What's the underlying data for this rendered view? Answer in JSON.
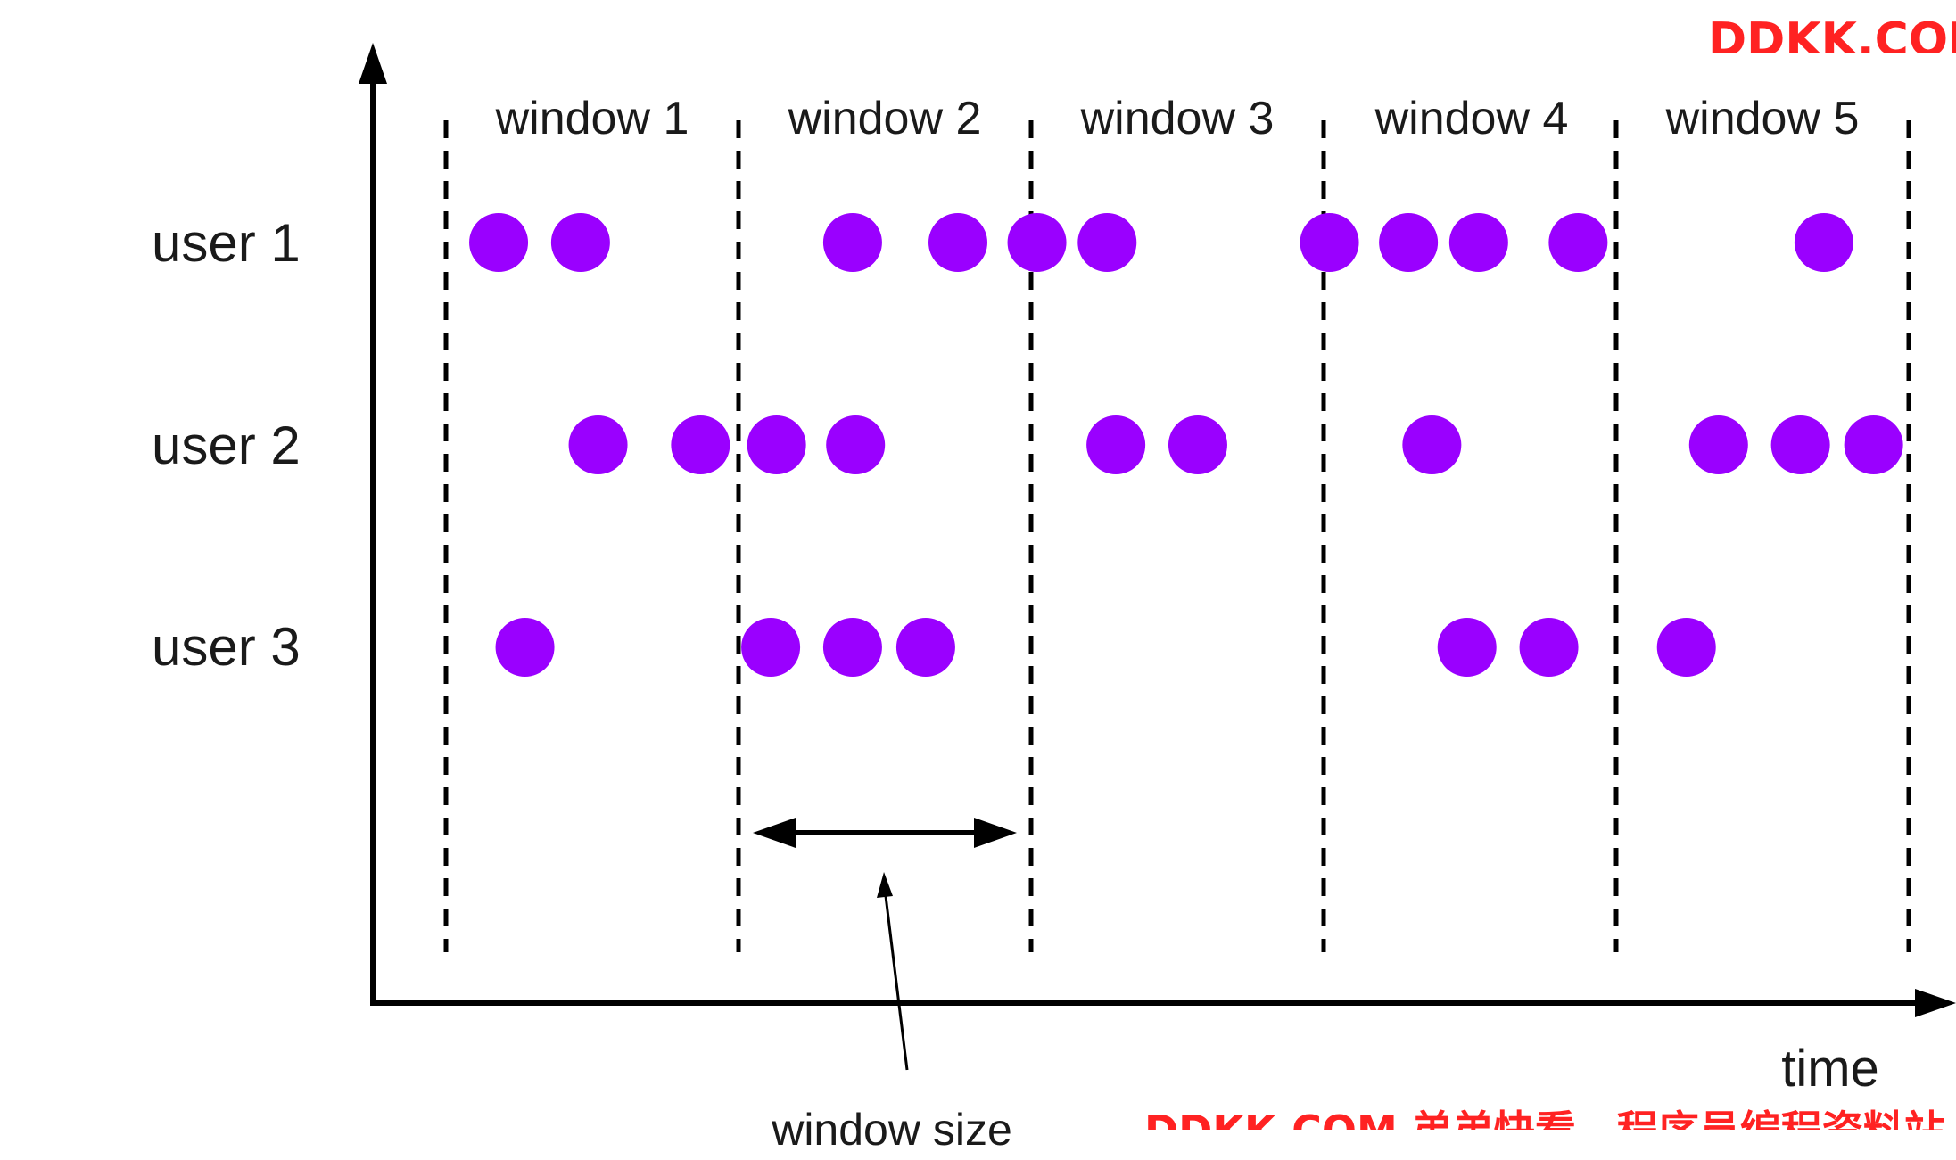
{
  "diagram": {
    "window_labels": [
      "window 1",
      "window 2",
      "window 3",
      "window 4",
      "window 5"
    ],
    "user_labels": [
      "user 1",
      "user 2",
      "user 3"
    ],
    "x_axis_label": "time",
    "window_size_label": "window size",
    "watermarks": [
      "DDKK.COM",
      "DDKK.COM 弟弟快看，程序员编程资料站"
    ],
    "events": {
      "user 1": [
        0.18,
        0.46,
        1.39,
        1.75,
        2.02,
        2.26,
        3.02,
        3.29,
        3.53,
        3.87,
        4.71
      ],
      "user 2": [
        0.52,
        0.87,
        1.13,
        1.4,
        2.29,
        2.57,
        3.37,
        4.35,
        4.63,
        4.88
      ],
      "user 3": [
        0.27,
        1.11,
        1.39,
        1.64,
        3.49,
        3.77,
        4.24
      ]
    },
    "colors": {
      "event": "#9a00ff",
      "axis": "#000000",
      "watermark": "#ff2222"
    }
  }
}
